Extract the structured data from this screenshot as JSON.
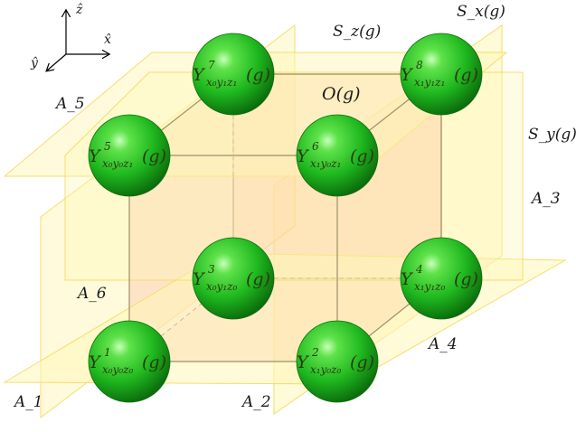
{
  "axes": {
    "z": "ẑ",
    "x": "x̂",
    "y": "ŷ"
  },
  "planes": {
    "sz": "S_z(g)",
    "sx": "S_x(g)",
    "sy": "S_y(g)"
  },
  "origin_label": "O(g)",
  "face_labels": [
    "A_1",
    "A_2",
    "A_3",
    "A_4",
    "A_5",
    "A_6"
  ],
  "nodes": [
    {
      "index": "1",
      "sub": "x₀y₀z₀",
      "suffix": "(g)"
    },
    {
      "index": "2",
      "sub": "x₁y₀z₀",
      "suffix": "(g)"
    },
    {
      "index": "3",
      "sub": "x₀y₁z₀",
      "suffix": "(g)"
    },
    {
      "index": "4",
      "sub": "x₁y₁z₀",
      "suffix": "(g)"
    },
    {
      "index": "5",
      "sub": "x₀y₀z₁",
      "suffix": "(g)"
    },
    {
      "index": "6",
      "sub": "x₁y₀z₁",
      "suffix": "(g)"
    },
    {
      "index": "7",
      "sub": "x₀y₁z₁",
      "suffix": "(g)"
    },
    {
      "index": "8",
      "sub": "x₁y₁z₁",
      "suffix": "(g)"
    }
  ],
  "colors": {
    "plane_fill": "#fff5b8",
    "plane_stroke": "#f5de6a",
    "cube_fill": "#f9a38a",
    "sphere": "#1fb81f"
  }
}
